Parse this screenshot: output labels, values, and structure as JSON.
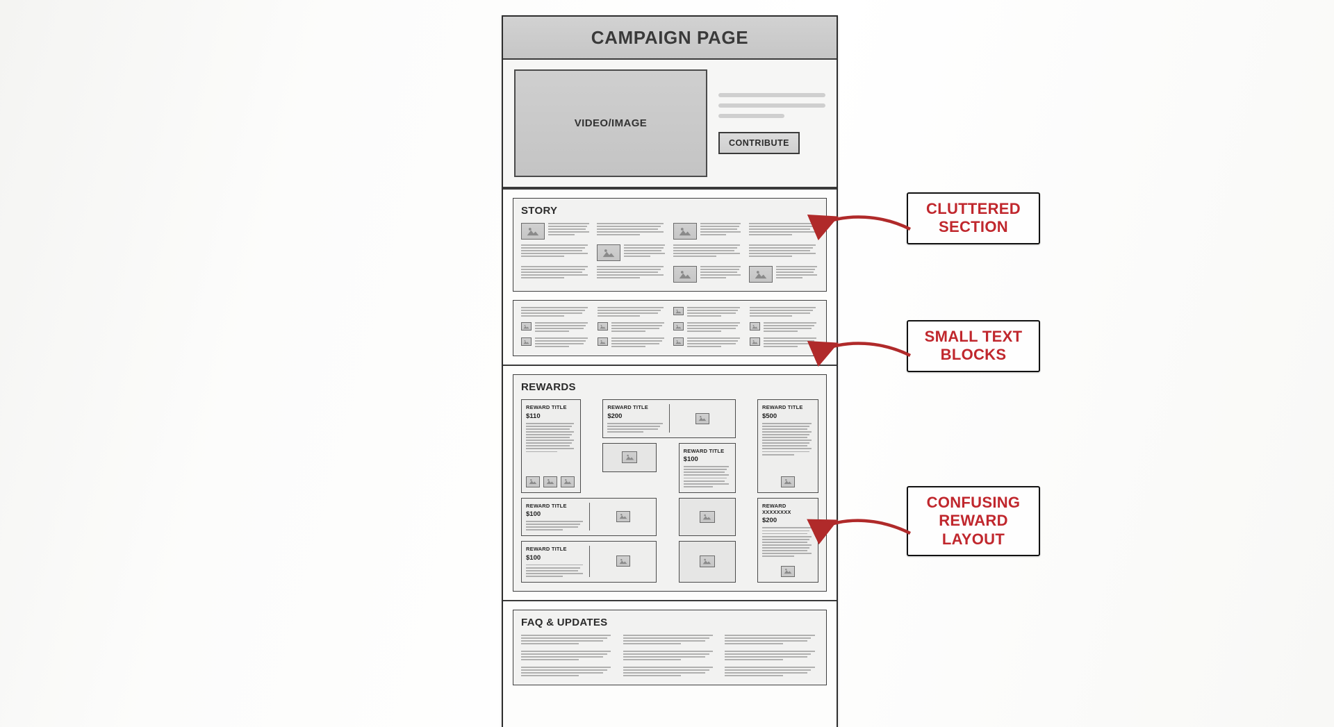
{
  "header": {
    "title": "CAMPAIGN PAGE"
  },
  "hero": {
    "media_label": "VIDEO/IMAGE",
    "contribute_label": "CONTRIBUTE",
    "placeholder_lines": 3
  },
  "sections": {
    "story": {
      "title": "STORY"
    },
    "small_text": {
      "title": ""
    },
    "rewards": {
      "title": "REWARDS"
    },
    "faq": {
      "title": "FAQ & UPDATES"
    }
  },
  "rewards": [
    {
      "title": "REWARD TITLE",
      "price": "$110"
    },
    {
      "title": "REWARD TITLE",
      "price": "$200"
    },
    {
      "title": "REWARD TITLE",
      "price": "$500"
    },
    {
      "title": "REWARD TITLE",
      "price": "$100"
    },
    {
      "title": "REWARD TITLE",
      "price": "$100"
    },
    {
      "title": "REWARD TITLE",
      "price": "$100"
    },
    {
      "title": "REWARD XXXXXXXX",
      "price": "$200"
    }
  ],
  "annotations": [
    {
      "id": "cluttered-section",
      "line1": "CLUTTERED",
      "line2": "SECTION",
      "line3": ""
    },
    {
      "id": "small-text-blocks",
      "line1": "SMALL TEXT",
      "line2": "BLOCKS",
      "line3": ""
    },
    {
      "id": "confusing-reward-layout",
      "line1": "CONFUSING",
      "line2": "REWARD",
      "line3": "LAYOUT"
    }
  ],
  "colors": {
    "annotation_text": "#c0272d",
    "annotation_border": "#111111",
    "arrow": "#b02a2a",
    "wireframe_border": "#2e2e2e",
    "header_bg": "#c9c9c9"
  },
  "icons": {
    "image_placeholder": "image-placeholder-icon"
  }
}
